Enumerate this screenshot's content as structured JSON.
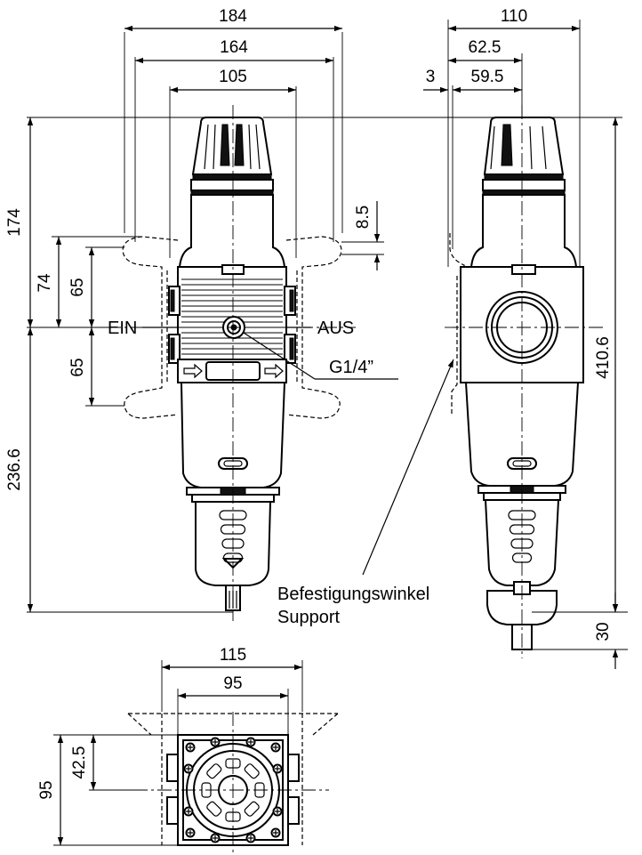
{
  "dimensions": {
    "w184": "184",
    "w164": "164",
    "w105": "105",
    "w110": "110",
    "w62_5": "62.5",
    "w59_5": "59.5",
    "w3": "3",
    "h174": "174",
    "h74": "74",
    "h65_top": "65",
    "h65_bottom": "65",
    "h236_6": "236.6",
    "h8_5": "8.5",
    "h410_6": "410.6",
    "h30": "30",
    "w115": "115",
    "w95": "95",
    "h42_5": "42.5",
    "h95": "95"
  },
  "labels": {
    "inlet": "EIN",
    "outlet": "AUS",
    "gauge_port": "G1/4”",
    "bracket_de": "Befestigungswinkel",
    "bracket_fr": "Support"
  }
}
